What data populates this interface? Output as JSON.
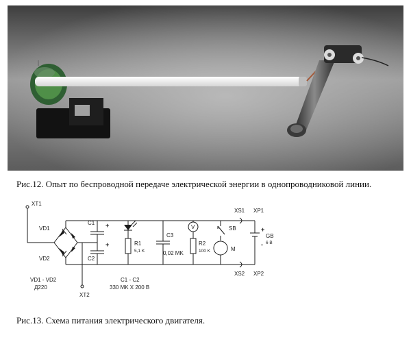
{
  "figure12": {
    "caption": "Рис.12. Опыт по беспроводной передаче электрической энергии в однопроводниковой линии."
  },
  "figure13": {
    "caption": "Рис.13. Схема питания электрического двигателя.",
    "labels": {
      "xt1": "XT1",
      "xt2": "XT2",
      "vd1": "VD1",
      "vd2": "VD2",
      "vd_range": "VD1 - VD2",
      "vd_type": "Д220",
      "c1": "C1",
      "c2": "C2",
      "c_range": "C1 - C2",
      "c_value": "330 MK X 200 B",
      "r1": "R1",
      "r1_value": "5,1 K",
      "c3": "C3",
      "c3_value": "0,02 MK",
      "v": "V",
      "r2": "R2",
      "r2_value": "100 K",
      "m": "M",
      "sb": "SB",
      "xs1": "XS1",
      "xp1": "XP1",
      "xs2": "XS2",
      "xp2": "XP2",
      "gb": "GB",
      "gb_value": "6 B",
      "plus": "+",
      "minus": "-"
    }
  }
}
